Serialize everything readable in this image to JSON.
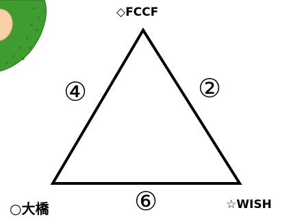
{
  "vertices": {
    "top": "◇FCCF",
    "bottom_left": "○大橋",
    "bottom_right": "☆WISH"
  },
  "edges": {
    "left": "④",
    "right": "②",
    "bottom": "⑥"
  },
  "colors": {
    "stroke": "#000000",
    "leaf_green": "#3f9c2f",
    "leaf_dots": "#2f7d22",
    "blob_skin": "#f6d2a6",
    "blob_outline": "#d1a97b"
  },
  "decorative": {
    "corner_icon": "green-leaf-plate-icon"
  }
}
